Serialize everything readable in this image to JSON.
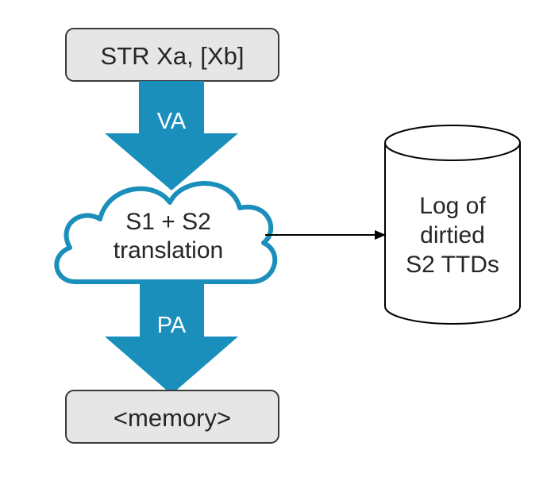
{
  "diagram": {
    "instruction_box": {
      "label": "STR Xa, [Xb]"
    },
    "va_arrow": {
      "label": "VA"
    },
    "translation_cloud": {
      "line1": "S1 + S2",
      "line2": "translation"
    },
    "pa_arrow": {
      "label": "PA"
    },
    "memory_box": {
      "label": "<memory>"
    },
    "log_store": {
      "line1": "Log of",
      "line2": "dirtied",
      "line3": "S2 TTDs"
    }
  },
  "colors": {
    "arrow_fill": "#1b8fbc",
    "box_fill": "#e6e6e6",
    "box_stroke": "#3a3a3a",
    "cloud_stroke": "#1b8fbc",
    "connector": "#000000",
    "arrow_text": "#ffffff",
    "text": "#262626"
  }
}
